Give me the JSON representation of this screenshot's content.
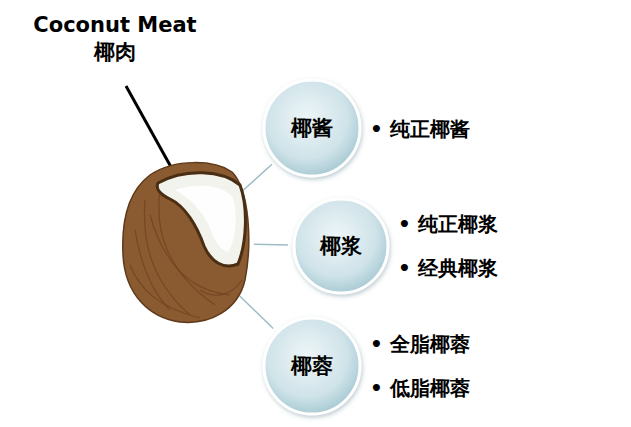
{
  "diagram": {
    "nodes": [
      {
        "text": [
          "Coconut Meat",
          "椰肉"
        ]
      },
      {
        "text": [
          "椰酱"
        ]
      },
      {
        "text": [
          "椰浆"
        ]
      },
      {
        "text": [
          "椰蓉"
        ]
      }
    ],
    "edges": [
      {
        "from": 0,
        "to": 1,
        "arrow": "none"
      },
      {
        "from": 0,
        "to": 2,
        "arrow": "none"
      },
      {
        "from": 0,
        "to": 3,
        "arrow": "none"
      }
    ],
    "labels": [
      "• 纯正椰酱",
      "• 纯正椰浆",
      "• 经典椰浆",
      "• 全脂椰蓉",
      "• 低脂椰蓉"
    ]
  }
}
